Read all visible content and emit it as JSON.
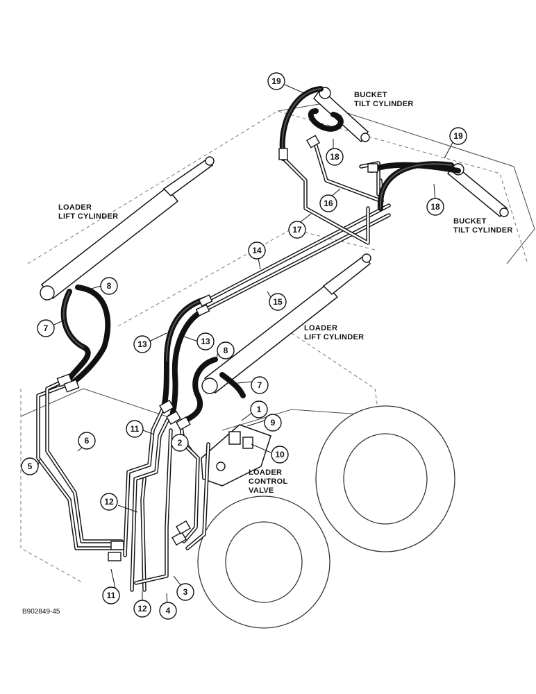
{
  "labels": {
    "bucket_tilt_top": [
      "BUCKET",
      "TILT CYLINDER"
    ],
    "bucket_tilt_right": [
      "BUCKET",
      "TILT CYLINDER"
    ],
    "loader_lift_left": [
      "LOADER",
      "LIFT CYLINDER"
    ],
    "loader_lift_right": [
      "LOADER",
      "LIFT CYLINDER"
    ],
    "control_valve": [
      "LOADER",
      "CONTROL",
      "VALVE"
    ]
  },
  "callouts": [
    "19",
    "18",
    "19",
    "18",
    "16",
    "17",
    "14",
    "15",
    "8",
    "7",
    "13",
    "13",
    "8",
    "7",
    "1",
    "9",
    "10",
    "2",
    "11",
    "6",
    "5",
    "12",
    "11",
    "12",
    "4",
    "3"
  ],
  "document_id": "B902849-45"
}
